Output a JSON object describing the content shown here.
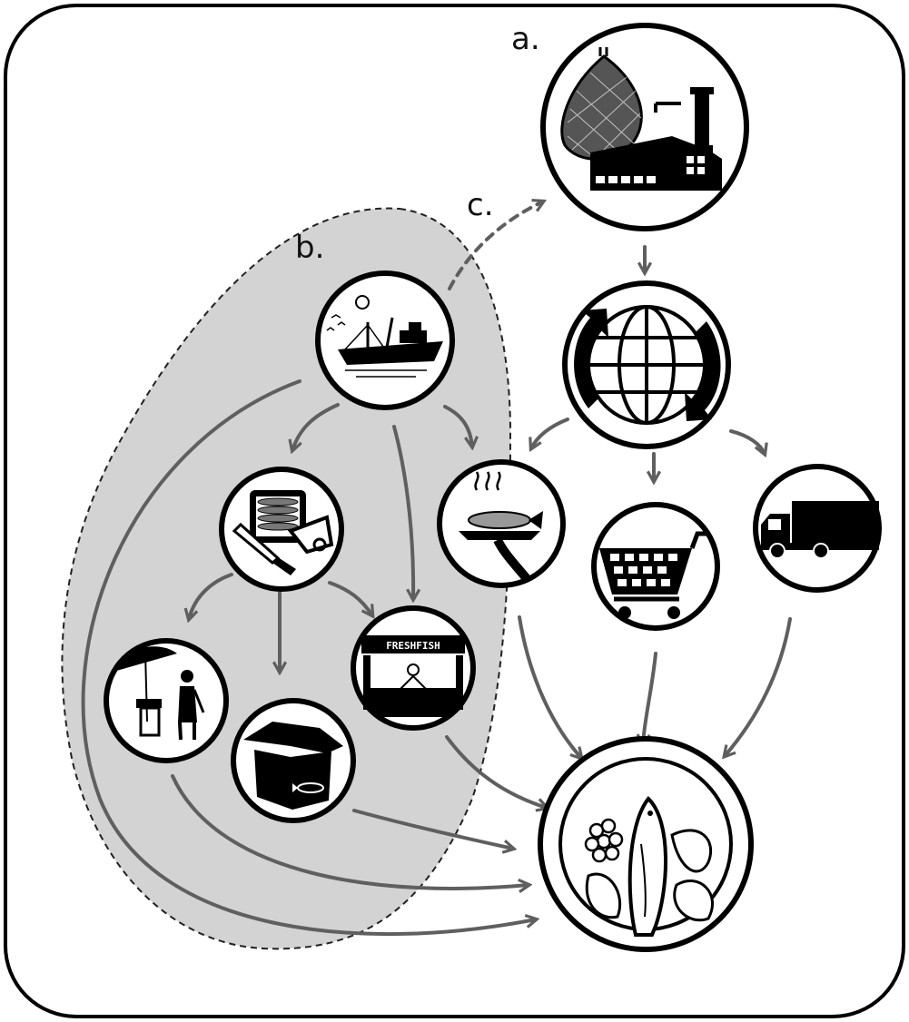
{
  "labels": {
    "a": "a.",
    "b": "b.",
    "c": "c."
  },
  "icons": {
    "industrial_fishmeal": "fishing-net-and-factory-icon",
    "global_trade": "globe-with-circular-arrows-icon",
    "fishing_vessel": "fishing-boat-icon",
    "processing": "canned-sardines-and-knife-icon",
    "fresh_market": "fresh-fish-market-stall-icon",
    "restaurant": "served-fish-platter-icon",
    "retail": "shopping-cart-icon",
    "transport": "delivery-truck-icon",
    "street_vendor": "street-vendor-with-umbrella-icon",
    "packaged": "fish-box-icon",
    "consumption": "plate-of-seafood-icon"
  },
  "market_stall_sign": "FRESHFISH",
  "colors": {
    "zone_fill": "#d3d3d3",
    "arrow": "#5f5f5f",
    "stroke": "#000000",
    "background": "#ffffff"
  }
}
